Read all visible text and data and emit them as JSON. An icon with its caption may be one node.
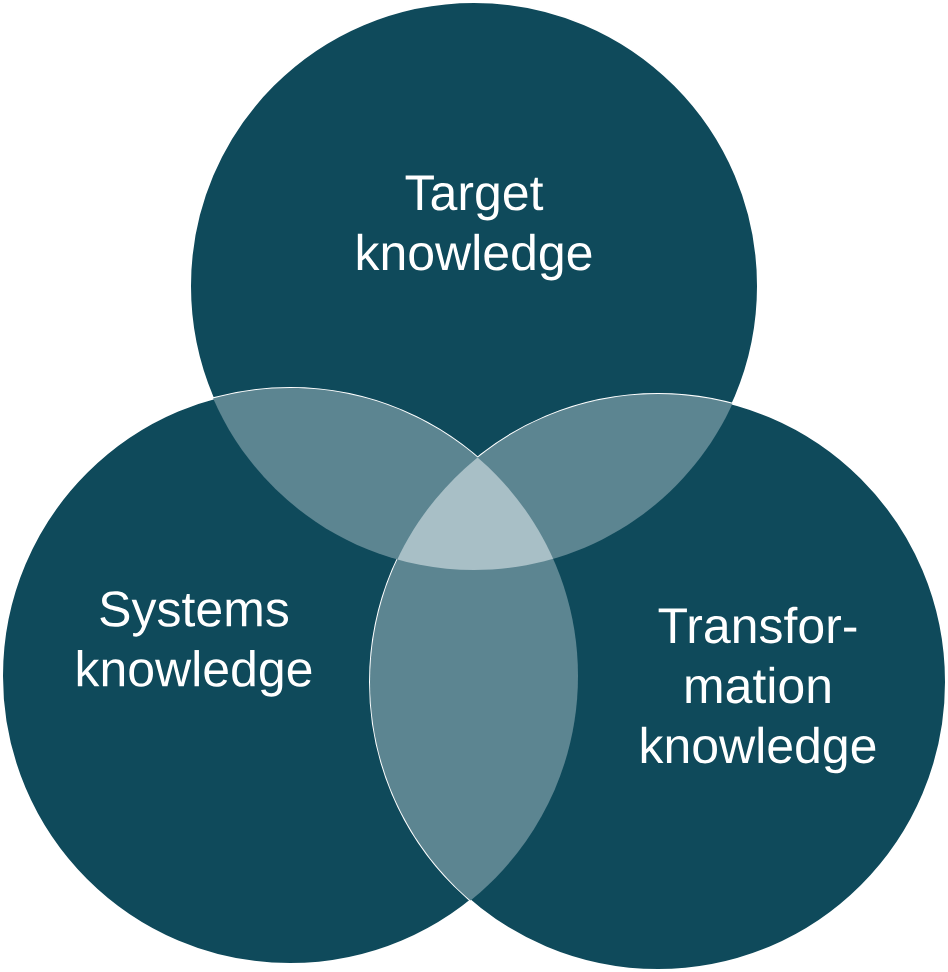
{
  "diagram": {
    "nodes": [
      {
        "text": [
          "Target knowledge"
        ]
      },
      {
        "text": [
          "Systems knowledge"
        ]
      },
      {
        "text": [
          "Transfor- mation knowledge"
        ]
      }
    ]
  }
}
